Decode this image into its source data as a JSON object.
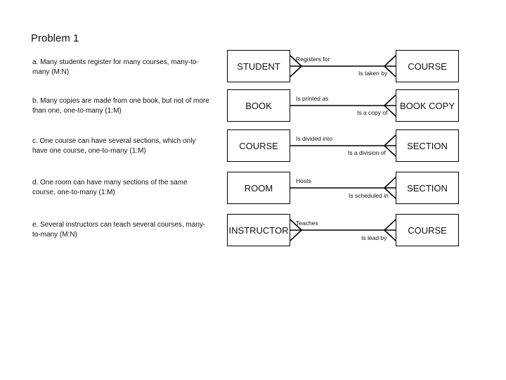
{
  "title": "Problem 1",
  "problems": [
    {
      "description": "a. Many students register for many courses, many-to-many (M:N)",
      "left_entity": "STUDENT",
      "right_entity": "COURSE",
      "top_label": "Registers for",
      "bottom_label": "Is taken by",
      "left_end": "crowfoot",
      "right_end": "crowfoot"
    },
    {
      "description": "b. Many copies are made from one book, but not of more than one, one-to-many (1:M)",
      "left_entity": "BOOK",
      "right_entity": "BOOK COPY",
      "top_label": "Is printed as",
      "bottom_label": "Is a copy of",
      "left_end": "none",
      "right_end": "crowfoot"
    },
    {
      "description": "c. One course can have several sections, which only have one course, one-to-many (1:M)",
      "left_entity": "COURSE",
      "right_entity": "SECTION",
      "top_label": "Is divided into",
      "bottom_label": "Is a division of",
      "left_end": "none",
      "right_end": "crowfoot"
    },
    {
      "description": "d. One room can have many sections of the same course, one-to-many (1:M)",
      "left_entity": "ROOM",
      "right_entity": "SECTION",
      "top_label": "Hosts",
      "bottom_label": "Is scheduled in",
      "left_end": "none",
      "right_end": "crowfoot"
    },
    {
      "description": "e. Several instructors can teach several courses, many-to-many (M:N)",
      "left_entity": "INSTRUCTOR",
      "right_entity": "COURSE",
      "top_label": "Teaches",
      "bottom_label": "Is lead by",
      "left_end": "crowfoot",
      "right_end": "crowfoot"
    }
  ]
}
